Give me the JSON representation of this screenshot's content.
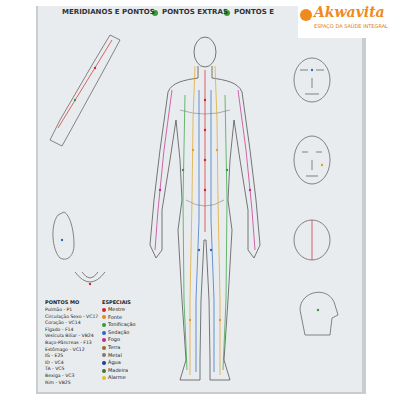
{
  "diagram": {
    "title": "MERIDIANOS E PONTOS",
    "labels": [
      "PONTOS EXTRAS",
      "PONTOS E",
      "Akwavita",
      "ESPAÇO DA SAÚDE INTEGRAL",
      "PONTOS MO",
      "Pulmão - P1",
      "Circulação Sexo - VC17",
      "Coração - VC14",
      "Fígado - F14",
      "Vesícula Biliar - VB24",
      "Baço-Pâncreas - F13",
      "Estômago - VC12",
      "IG - E25",
      "ID - VC4",
      "TA - VC5",
      "Bexiga - VC3",
      "Rim - VB25",
      "ESPECIAIS"
    ],
    "legend": [
      {
        "text": "Mestre",
        "color": "#d4252b"
      },
      {
        "text": "Fonte",
        "color": "#e08a1e"
      },
      {
        "text": "Tonificação",
        "color": "#2f9e3a"
      },
      {
        "text": "Sedação",
        "color": "#2a6bc4"
      },
      {
        "text": "Fogo",
        "color": "#c02a8a"
      },
      {
        "text": "Terra",
        "color": "#9a6a2a"
      },
      {
        "text": "Metal",
        "color": "#7a7a7a"
      },
      {
        "text": "Água",
        "color": "#1b3f9a"
      },
      {
        "text": "Madeira",
        "color": "#3a7a2a"
      },
      {
        "text": "Alarme",
        "color": "#e0c21e"
      }
    ]
  }
}
